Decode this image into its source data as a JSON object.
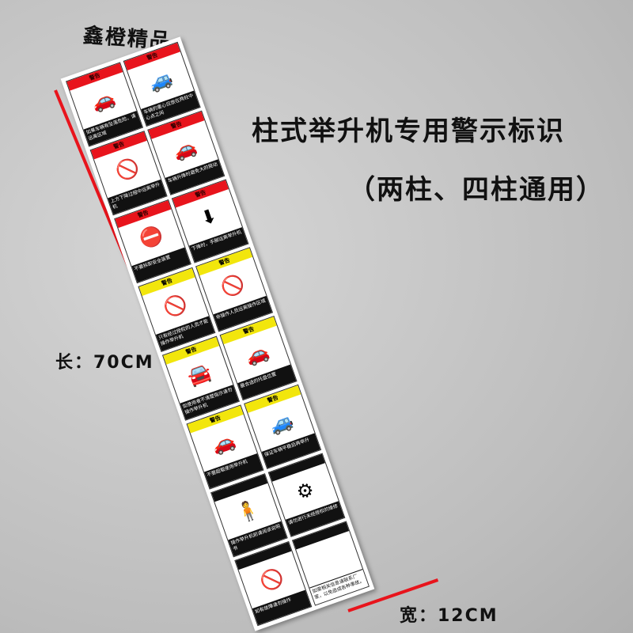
{
  "brand": "鑫橙精品",
  "title": "柱式举升机专用警示标识",
  "subtitle": "（两柱、四柱通用）",
  "length_label": "长：70CM",
  "width_label": "宽：12CM",
  "colors": {
    "red": "#e8141c",
    "yellow": "#f2e60c",
    "black": "#111111"
  },
  "panels": [
    {
      "header": "警告",
      "style": "red",
      "icon": "🚗",
      "caption": "如果车辆有坠落危险，请远离区域"
    },
    {
      "header": "警告",
      "style": "red",
      "icon": "🚙",
      "caption": "车辆的重心应放在两柱中心点之间"
    },
    {
      "header": "警告",
      "style": "red",
      "icon": "🚫",
      "caption": "上方下降过程中远离举升机"
    },
    {
      "header": "警告",
      "style": "red",
      "icon": "🚗",
      "caption": "车辆升降时避免大的晃动"
    },
    {
      "header": "警告",
      "style": "red",
      "icon": "⛔",
      "caption": "不要拆卸安全装置"
    },
    {
      "header": "警告",
      "style": "red",
      "icon": "⬇",
      "caption": "下降时，手脚远离举升机"
    },
    {
      "header": "警告",
      "style": "yel",
      "icon": "🚫",
      "caption": "只有经过授权的人员才能操作举升机"
    },
    {
      "header": "警告",
      "style": "yel",
      "icon": "🚫",
      "caption": "非操作人员远离操作区域"
    },
    {
      "header": "警告",
      "style": "yel",
      "icon": "🚘",
      "caption": "如使用者不清楚指示请勿操作举升机"
    },
    {
      "header": "警告",
      "style": "yel",
      "icon": "🚗",
      "caption": "最合适的托盘位置"
    },
    {
      "header": "警告",
      "style": "yel",
      "icon": "🚗",
      "caption": "不要超载使用举升机"
    },
    {
      "header": "警告",
      "style": "yel",
      "icon": "🚙",
      "caption": "保证车辆平稳后再举升"
    },
    {
      "header": "",
      "style": "blk",
      "icon": "🧍",
      "caption": "操作举升机前请阅读说明书"
    },
    {
      "header": "",
      "style": "blk",
      "icon": "⚙",
      "caption": "请勿进行未经授权的维修"
    },
    {
      "header": "",
      "style": "blk",
      "icon": "🚫",
      "caption": "如有故障请勿操作"
    },
    {
      "header": "",
      "style": "blk",
      "icon": "",
      "caption": "如需相关信息请联系厂家，以免造成各种事故。"
    }
  ]
}
